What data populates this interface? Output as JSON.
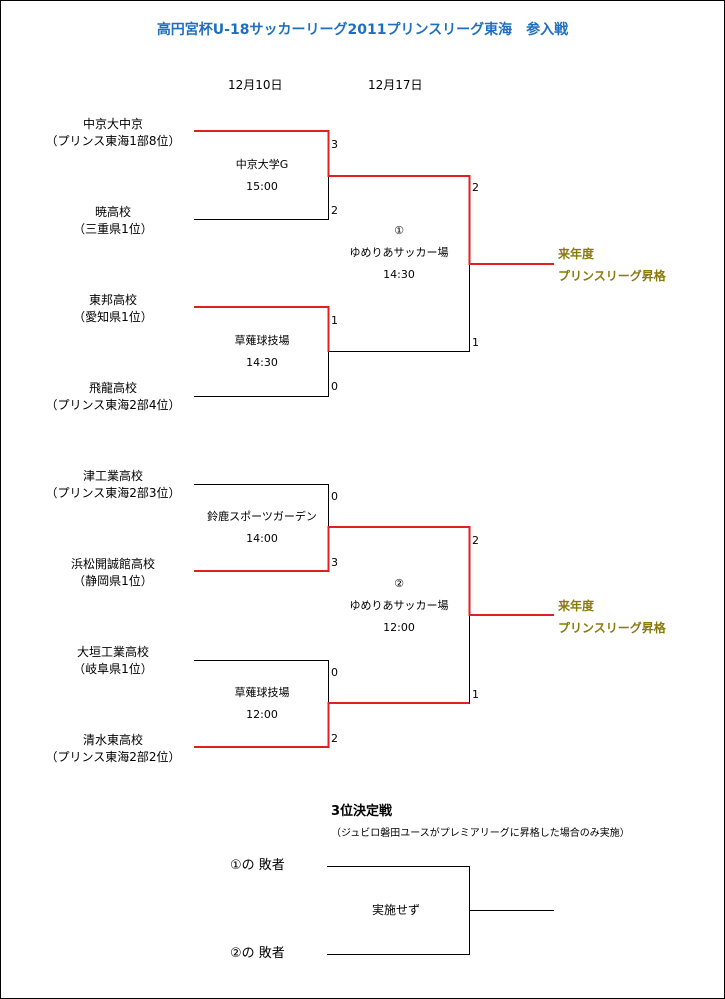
{
  "title": "高円宮杯U-18サッカーリーグ2011プリンスリーグ東海　参入戦",
  "dates": {
    "round1": "12月10日",
    "round2": "12月17日"
  },
  "colors": {
    "title": "#1f6fc0",
    "winner_line": "#e02020",
    "promo": "#8a7a0a"
  },
  "teams": [
    {
      "name": "中京大中京",
      "note": "（プリンス東海1部8位）"
    },
    {
      "name": "暁高校",
      "note": "（三重県1位）"
    },
    {
      "name": "東邦高校",
      "note": "（愛知県1位）"
    },
    {
      "name": "飛龍高校",
      "note": "（プリンス東海2部4位）"
    },
    {
      "name": "津工業高校",
      "note": "（プリンス東海2部3位）"
    },
    {
      "name": "浜松開誠館高校",
      "note": "（静岡県1位）"
    },
    {
      "name": "大垣工業高校",
      "note": "（岐阜県1位）"
    },
    {
      "name": "清水東高校",
      "note": "（プリンス東海2部2位）"
    }
  ],
  "round1_matches": [
    {
      "venue": "中京大学G",
      "time": "15:00",
      "score_top": "3",
      "score_bottom": "2"
    },
    {
      "venue": "草薙球技場",
      "time": "14:30",
      "score_top": "1",
      "score_bottom": "0"
    },
    {
      "venue": "鈴鹿スポーツガーデン",
      "time": "14:00",
      "score_top": "0",
      "score_bottom": "3"
    },
    {
      "venue": "草薙球技場",
      "time": "12:00",
      "score_top": "0",
      "score_bottom": "2"
    }
  ],
  "round2_matches": [
    {
      "number": "①",
      "venue": "ゆめりあサッカー場",
      "time": "14:30",
      "score_top": "2",
      "score_bottom": "1"
    },
    {
      "number": "②",
      "venue": "ゆめりあサッカー場",
      "time": "12:00",
      "score_top": "2",
      "score_bottom": "1"
    }
  ],
  "promotion": {
    "line1": "来年度",
    "line2": "プリンスリーグ昇格"
  },
  "third_place": {
    "heading": "3位決定戦",
    "note": "（ジュビロ磐田ユースがプレミアリーグに昇格した場合のみ実施）",
    "top": "①の 敗者",
    "bottom": "②の 敗者",
    "status": "実施せず"
  }
}
